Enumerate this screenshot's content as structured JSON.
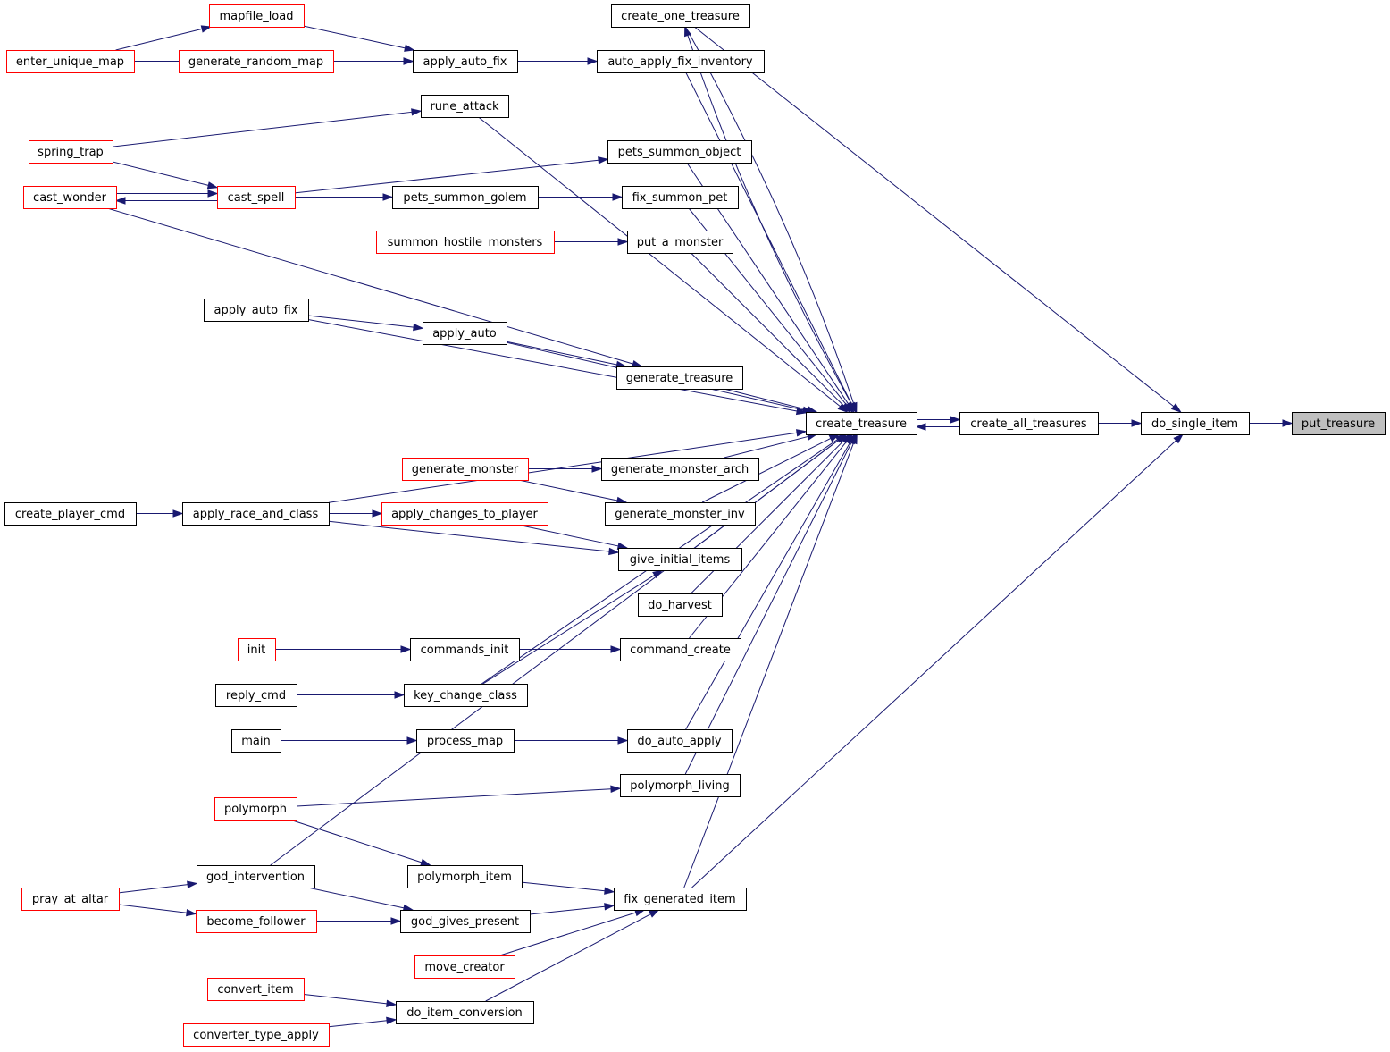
{
  "graph": {
    "colors": {
      "edge": "#191970",
      "node_border": "#000000",
      "truncated_border": "#ff0000",
      "root_fill": "#bfbfbf"
    },
    "nodes": {
      "put_treasure": {
        "label": "put_treasure",
        "style": "root"
      },
      "do_single_item": {
        "label": "do_single_item",
        "style": "normal"
      },
      "create_all_treasures": {
        "label": "create_all_treasures",
        "style": "normal"
      },
      "create_treasure": {
        "label": "create_treasure",
        "style": "normal"
      },
      "create_one_treasure": {
        "label": "create_one_treasure",
        "style": "normal"
      },
      "auto_apply_fix_inventory": {
        "label": "auto_apply_fix_inventory",
        "style": "normal"
      },
      "apply_auto_fix_1": {
        "label": "apply_auto_fix",
        "style": "normal"
      },
      "mapfile_load": {
        "label": "mapfile_load",
        "style": "truncated"
      },
      "enter_unique_map": {
        "label": "enter_unique_map",
        "style": "truncated"
      },
      "generate_random_map": {
        "label": "generate_random_map",
        "style": "truncated"
      },
      "rune_attack": {
        "label": "rune_attack",
        "style": "normal"
      },
      "spring_trap": {
        "label": "spring_trap",
        "style": "truncated"
      },
      "cast_spell": {
        "label": "cast_spell",
        "style": "truncated"
      },
      "cast_wonder": {
        "label": "cast_wonder",
        "style": "truncated"
      },
      "pets_summon_object": {
        "label": "pets_summon_object",
        "style": "normal"
      },
      "fix_summon_pet": {
        "label": "fix_summon_pet",
        "style": "normal"
      },
      "pets_summon_golem": {
        "label": "pets_summon_golem",
        "style": "normal"
      },
      "put_a_monster": {
        "label": "put_a_monster",
        "style": "normal"
      },
      "summon_hostile_monsters": {
        "label": "summon_hostile_monsters",
        "style": "truncated"
      },
      "apply_auto_fix_2": {
        "label": "apply_auto_fix",
        "style": "normal"
      },
      "apply_auto": {
        "label": "apply_auto",
        "style": "normal"
      },
      "generate_treasure": {
        "label": "generate_treasure",
        "style": "normal"
      },
      "generate_monster_arch": {
        "label": "generate_monster_arch",
        "style": "normal"
      },
      "generate_monster": {
        "label": "generate_monster",
        "style": "truncated"
      },
      "generate_monster_inv": {
        "label": "generate_monster_inv",
        "style": "normal"
      },
      "create_player_cmd": {
        "label": "create_player_cmd",
        "style": "normal"
      },
      "apply_race_and_class": {
        "label": "apply_race_and_class",
        "style": "normal"
      },
      "apply_changes_to_player": {
        "label": "apply_changes_to_player",
        "style": "truncated"
      },
      "give_initial_items": {
        "label": "give_initial_items",
        "style": "normal"
      },
      "do_harvest": {
        "label": "do_harvest",
        "style": "normal"
      },
      "init": {
        "label": "init",
        "style": "truncated"
      },
      "commands_init": {
        "label": "commands_init",
        "style": "normal"
      },
      "command_create": {
        "label": "command_create",
        "style": "normal"
      },
      "reply_cmd": {
        "label": "reply_cmd",
        "style": "normal"
      },
      "key_change_class": {
        "label": "key_change_class",
        "style": "normal"
      },
      "main": {
        "label": "main",
        "style": "normal"
      },
      "process_map": {
        "label": "process_map",
        "style": "normal"
      },
      "do_auto_apply": {
        "label": "do_auto_apply",
        "style": "normal"
      },
      "polymorph": {
        "label": "polymorph",
        "style": "truncated"
      },
      "polymorph_living": {
        "label": "polymorph_living",
        "style": "normal"
      },
      "god_intervention": {
        "label": "god_intervention",
        "style": "normal"
      },
      "polymorph_item": {
        "label": "polymorph_item",
        "style": "normal"
      },
      "pray_at_altar": {
        "label": "pray_at_altar",
        "style": "truncated"
      },
      "become_follower": {
        "label": "become_follower",
        "style": "truncated"
      },
      "god_gives_present": {
        "label": "god_gives_present",
        "style": "normal"
      },
      "fix_generated_item": {
        "label": "fix_generated_item",
        "style": "normal"
      },
      "move_creator": {
        "label": "move_creator",
        "style": "truncated"
      },
      "convert_item": {
        "label": "convert_item",
        "style": "truncated"
      },
      "do_item_conversion": {
        "label": "do_item_conversion",
        "style": "normal"
      },
      "converter_type_apply": {
        "label": "converter_type_apply",
        "style": "truncated"
      }
    },
    "edges": [
      [
        "do_single_item",
        "put_treasure"
      ],
      [
        "create_all_treasures",
        "do_single_item"
      ],
      [
        "create_one_treasure",
        "do_single_item"
      ],
      [
        "fix_generated_item",
        "do_single_item"
      ],
      [
        "create_treasure",
        "create_all_treasures"
      ],
      [
        "create_all_treasures",
        "create_treasure"
      ],
      [
        "create_treasure",
        "create_one_treasure"
      ],
      [
        "create_one_treasure",
        "create_treasure"
      ],
      [
        "auto_apply_fix_inventory",
        "create_treasure"
      ],
      [
        "rune_attack",
        "create_treasure"
      ],
      [
        "pets_summon_object",
        "create_treasure"
      ],
      [
        "fix_summon_pet",
        "create_treasure"
      ],
      [
        "put_a_monster",
        "create_treasure"
      ],
      [
        "apply_auto_fix_2",
        "create_treasure"
      ],
      [
        "apply_auto",
        "create_treasure"
      ],
      [
        "generate_treasure",
        "create_treasure"
      ],
      [
        "apply_race_and_class",
        "create_treasure"
      ],
      [
        "generate_monster_arch",
        "create_treasure"
      ],
      [
        "generate_monster_inv",
        "create_treasure"
      ],
      [
        "give_initial_items",
        "create_treasure"
      ],
      [
        "do_harvest",
        "create_treasure"
      ],
      [
        "command_create",
        "create_treasure"
      ],
      [
        "key_change_class",
        "create_treasure"
      ],
      [
        "do_auto_apply",
        "create_treasure"
      ],
      [
        "polymorph_living",
        "create_treasure"
      ],
      [
        "god_intervention",
        "create_treasure"
      ],
      [
        "fix_generated_item",
        "create_treasure"
      ],
      [
        "apply_auto_fix_1",
        "auto_apply_fix_inventory"
      ],
      [
        "mapfile_load",
        "apply_auto_fix_1"
      ],
      [
        "generate_random_map",
        "apply_auto_fix_1"
      ],
      [
        "enter_unique_map",
        "apply_auto_fix_1"
      ],
      [
        "enter_unique_map",
        "mapfile_load"
      ],
      [
        "spring_trap",
        "rune_attack"
      ],
      [
        "spring_trap",
        "cast_spell"
      ],
      [
        "cast_spell",
        "cast_wonder"
      ],
      [
        "cast_wonder",
        "cast_spell"
      ],
      [
        "cast_spell",
        "pets_summon_object"
      ],
      [
        "cast_spell",
        "pets_summon_golem"
      ],
      [
        "pets_summon_golem",
        "fix_summon_pet"
      ],
      [
        "summon_hostile_monsters",
        "put_a_monster"
      ],
      [
        "apply_auto_fix_2",
        "apply_auto"
      ],
      [
        "apply_auto",
        "generate_treasure"
      ],
      [
        "cast_wonder",
        "generate_treasure"
      ],
      [
        "generate_monster",
        "generate_monster_arch"
      ],
      [
        "generate_monster",
        "generate_monster_inv"
      ],
      [
        "create_player_cmd",
        "apply_race_and_class"
      ],
      [
        "apply_race_and_class",
        "apply_changes_to_player"
      ],
      [
        "apply_changes_to_player",
        "give_initial_items"
      ],
      [
        "apply_race_and_class",
        "give_initial_items"
      ],
      [
        "key_change_class",
        "give_initial_items"
      ],
      [
        "init",
        "commands_init"
      ],
      [
        "commands_init",
        "command_create"
      ],
      [
        "reply_cmd",
        "key_change_class"
      ],
      [
        "main",
        "process_map"
      ],
      [
        "process_map",
        "do_auto_apply"
      ],
      [
        "polymorph",
        "polymorph_living"
      ],
      [
        "polymorph",
        "polymorph_item"
      ],
      [
        "polymorph_item",
        "fix_generated_item"
      ],
      [
        "pray_at_altar",
        "god_intervention"
      ],
      [
        "pray_at_altar",
        "become_follower"
      ],
      [
        "god_intervention",
        "god_gives_present"
      ],
      [
        "become_follower",
        "god_gives_present"
      ],
      [
        "god_gives_present",
        "fix_generated_item"
      ],
      [
        "move_creator",
        "fix_generated_item"
      ],
      [
        "do_item_conversion",
        "fix_generated_item"
      ],
      [
        "convert_item",
        "do_item_conversion"
      ],
      [
        "converter_type_apply",
        "do_item_conversion"
      ]
    ]
  }
}
